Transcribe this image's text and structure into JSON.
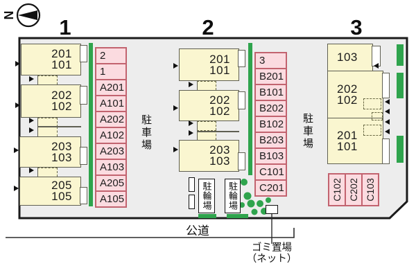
{
  "compass": {
    "north_label": "N"
  },
  "buildings": [
    {
      "label": "1",
      "units": [
        {
          "upper": "201",
          "lower": "101"
        },
        {
          "upper": "202",
          "lower": "102"
        },
        {
          "upper": "203",
          "lower": "103"
        },
        {
          "upper": "205",
          "lower": "105"
        }
      ],
      "stalls": [
        "2",
        "1",
        "A201",
        "A101",
        "A202",
        "A102",
        "A203",
        "A103",
        "A205",
        "A105"
      ]
    },
    {
      "label": "2",
      "units": [
        {
          "upper": "201",
          "lower": "101"
        },
        {
          "upper": "202",
          "lower": "102"
        },
        {
          "upper": "203",
          "lower": "103"
        }
      ],
      "stalls": [
        "3",
        "B201",
        "B101",
        "B202",
        "B102",
        "B203",
        "B103",
        "C101",
        "C201"
      ]
    },
    {
      "label": "3",
      "units": [
        {
          "upper": "103",
          "lower": ""
        },
        {
          "upper": "202",
          "lower": "102"
        },
        {
          "upper": "201",
          "lower": "101"
        }
      ],
      "stalls": [
        "C102",
        "C202",
        "C103"
      ]
    }
  ],
  "labels": {
    "parking_1": "駐車場",
    "parking_2": "駐車場",
    "bicycle_1": "駐輪場",
    "bicycle_2": "駐輪場",
    "road": "公道",
    "garbage_line1": "ゴミ置場",
    "garbage_line2": "（ネット）"
  },
  "colors": {
    "site_bg": "#ededed",
    "site_outline": "#1b1b1b",
    "building_fill": "#faf6d0",
    "building_border": "#5f5f52",
    "stall_fill": "#fbdbe0",
    "stall_border": "#c2636f",
    "greenery": "#2fa44d"
  }
}
